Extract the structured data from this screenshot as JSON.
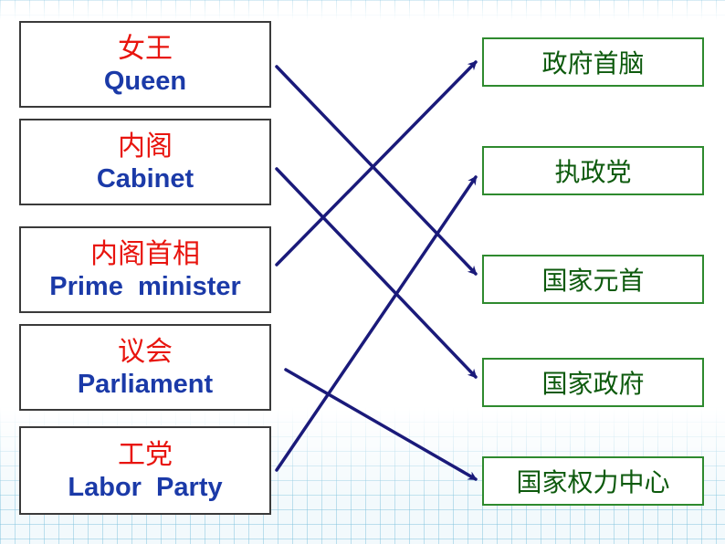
{
  "left_items": [
    {
      "zh": "女王",
      "en": "Queen"
    },
    {
      "zh": "内阁",
      "en": "Cabinet"
    },
    {
      "zh": "内阁首相",
      "en": "Prime  minister"
    },
    {
      "zh": "议会",
      "en": "Parliament"
    },
    {
      "zh": "工党",
      "en": "Labor  Party"
    }
  ],
  "right_items": [
    {
      "label": "政府首脑"
    },
    {
      "label": "执政党"
    },
    {
      "label": "国家元首"
    },
    {
      "label": "国家政府"
    },
    {
      "label": "国家权力中心"
    }
  ],
  "links": [
    {
      "from": 0,
      "to": 2
    },
    {
      "from": 1,
      "to": 3
    },
    {
      "from": 2,
      "to": 0
    },
    {
      "from": 3,
      "to": 4
    },
    {
      "from": 4,
      "to": 1
    }
  ],
  "colors": {
    "left_zh": "#e8140e",
    "left_en": "#1b3aa8",
    "right_text": "#0d5a0d",
    "right_border": "#2e8a2e",
    "arrow": "#1a1a7a"
  }
}
